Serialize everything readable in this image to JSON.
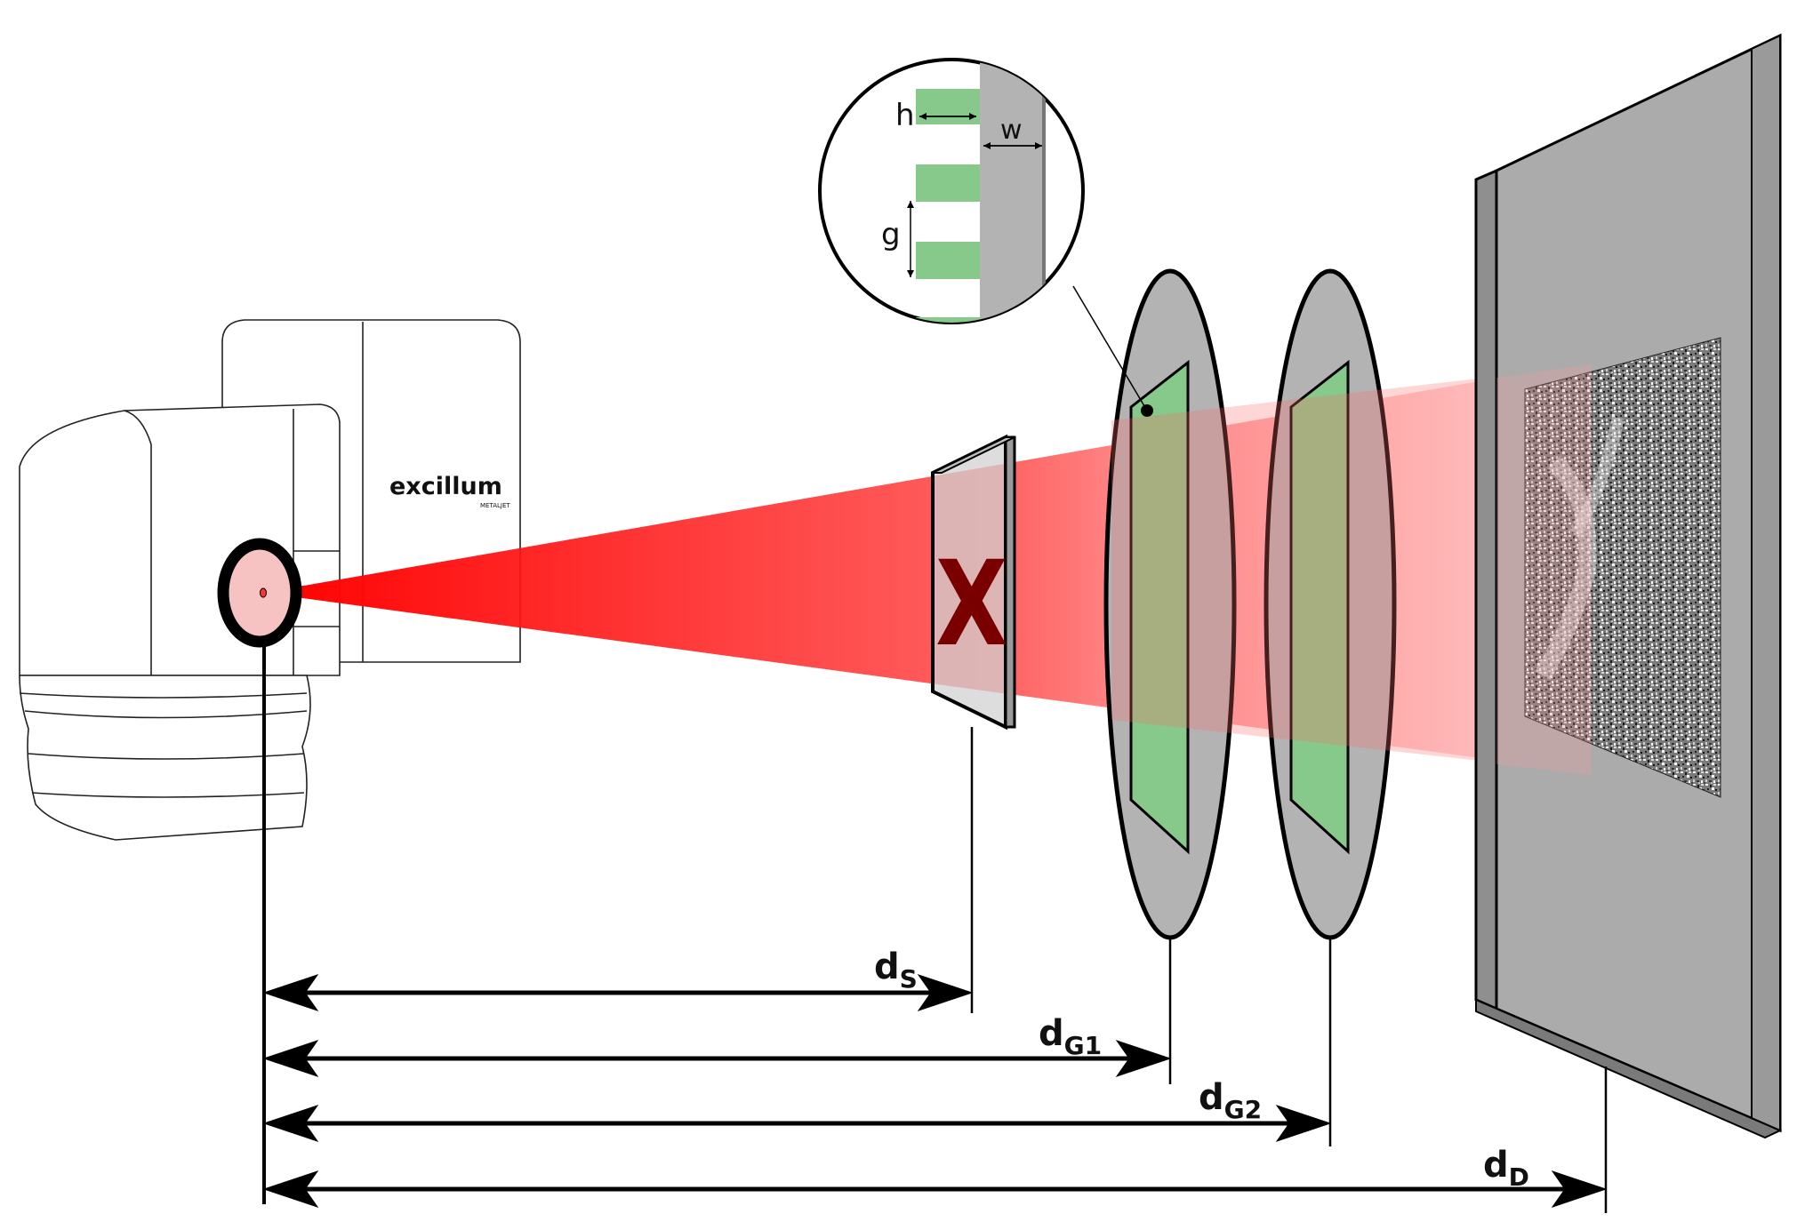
{
  "source": {
    "brand": "excillum",
    "model": "METALJET"
  },
  "inset": {
    "label_h": "h",
    "label_w": "w",
    "label_g": "g"
  },
  "sample": {
    "label": "X"
  },
  "distances": {
    "d_s": {
      "main": "d",
      "sub": "S"
    },
    "d_g1": {
      "main": "d",
      "sub": "G1"
    },
    "d_g2": {
      "main": "d",
      "sub": "G2"
    },
    "d_d": {
      "main": "d",
      "sub": "D"
    }
  },
  "colors": {
    "beam": "#ff1a1a",
    "grating": "#86c98a",
    "disc": "#b3b3b3",
    "detector": "#ababab",
    "sample_x": "#7a0000"
  }
}
